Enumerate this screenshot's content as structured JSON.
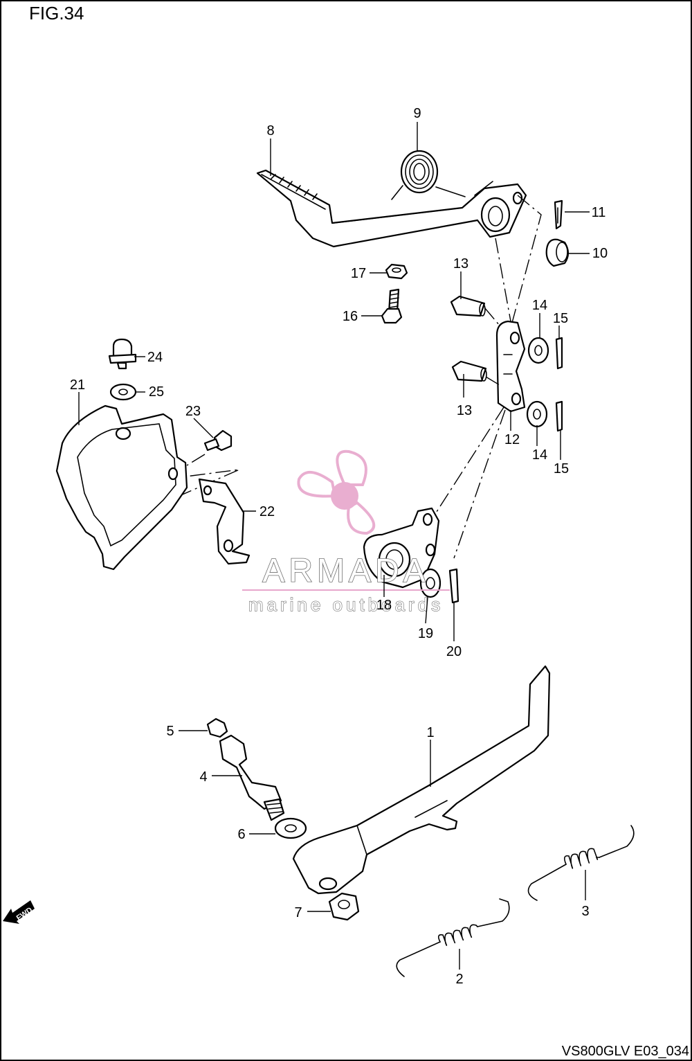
{
  "figure": {
    "title": "FIG.34",
    "code": "VS800GLV E03_034"
  },
  "watermark": {
    "brand": "ARMADA",
    "tagline": "marine outboards",
    "logo_color": "#e7a6cc"
  },
  "fwd_icon": {
    "label": "FWD"
  },
  "callouts": {
    "c1": "1",
    "c2": "2",
    "c3": "3",
    "c4": "4",
    "c5": "5",
    "c6": "6",
    "c7": "7",
    "c8": "8",
    "c9": "9",
    "c10": "10",
    "c11": "11",
    "c12": "12",
    "c13a": "13",
    "c13b": "13",
    "c14a": "14",
    "c14b": "14",
    "c15a": "15",
    "c15b": "15",
    "c16": "16",
    "c17": "17",
    "c18": "18",
    "c19": "19",
    "c20": "20",
    "c21": "21",
    "c22": "22",
    "c23": "23",
    "c24": "24",
    "c25": "25"
  }
}
